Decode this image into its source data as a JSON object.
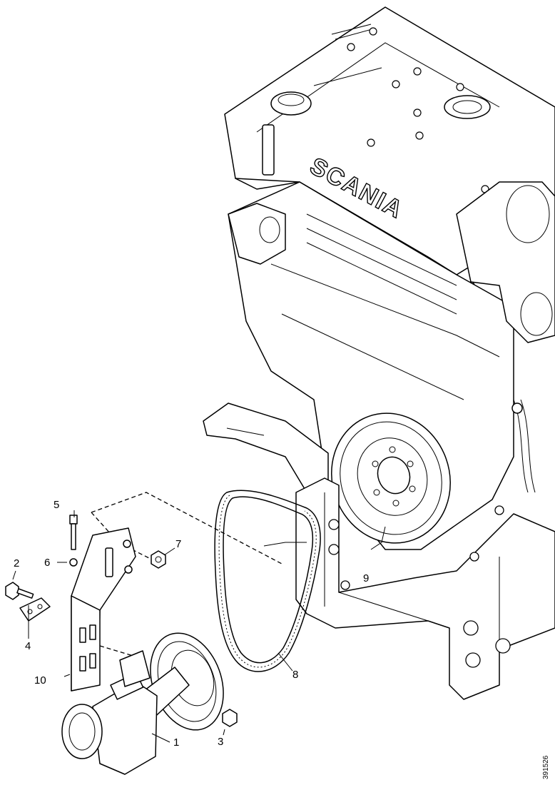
{
  "diagram": {
    "brand_text": "SCANIA",
    "document_id": "391526",
    "callouts": [
      {
        "id": "c1",
        "text": "1"
      },
      {
        "id": "c2",
        "text": "2"
      },
      {
        "id": "c3",
        "text": "3"
      },
      {
        "id": "c4",
        "text": "4"
      },
      {
        "id": "c5",
        "text": "5"
      },
      {
        "id": "c6",
        "text": "6"
      },
      {
        "id": "c7",
        "text": "7"
      },
      {
        "id": "c8",
        "text": "8"
      },
      {
        "id": "c9",
        "text": "9"
      },
      {
        "id": "c10",
        "text": "10"
      }
    ]
  }
}
